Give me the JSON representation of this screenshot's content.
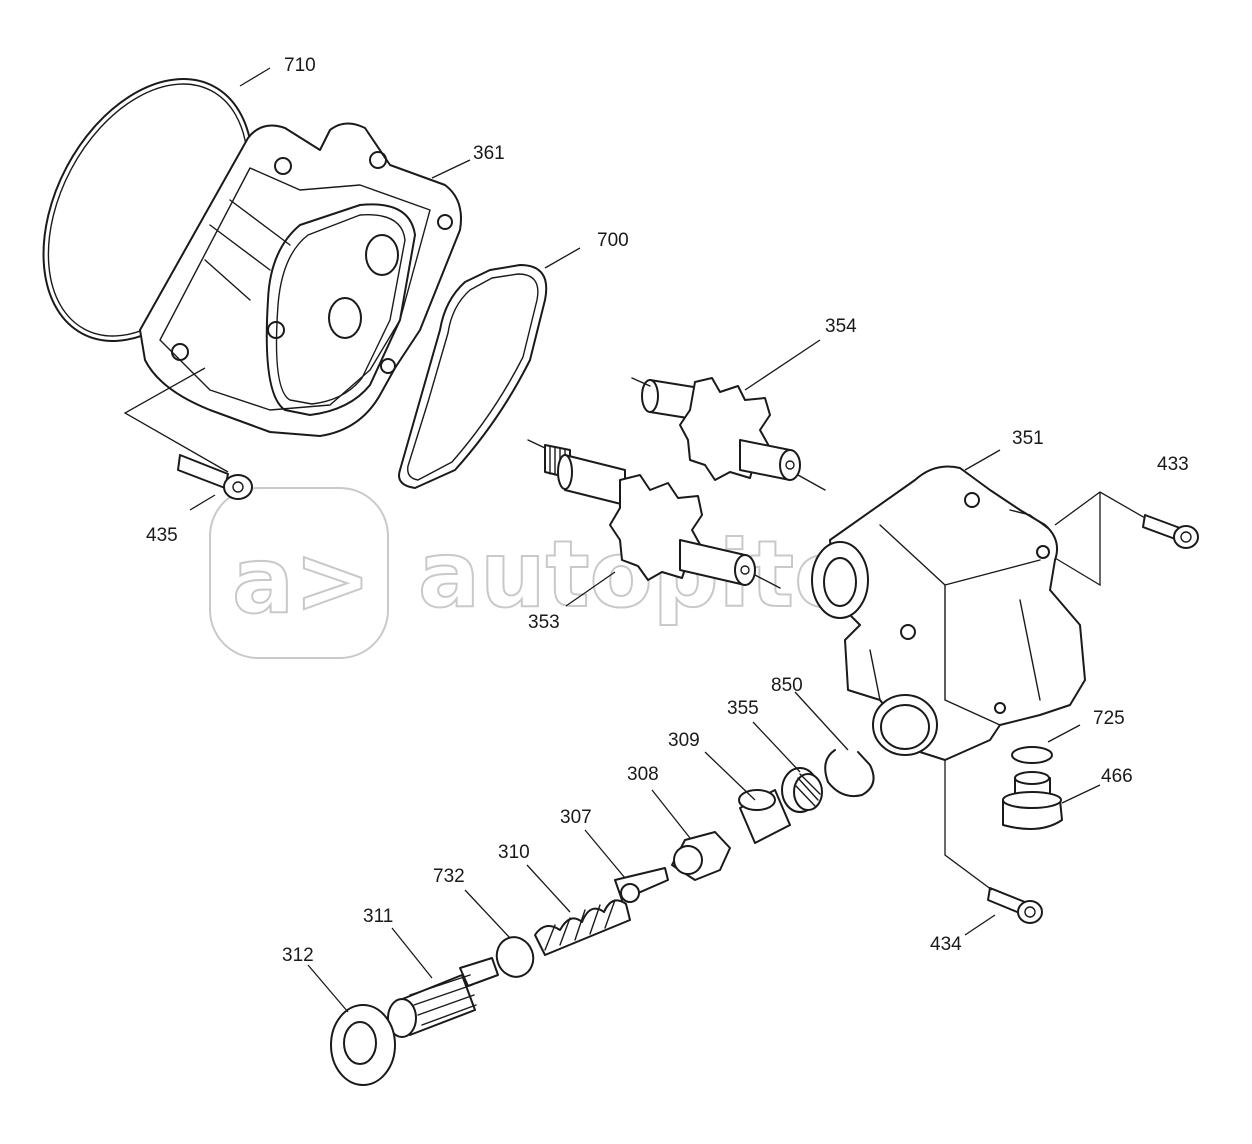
{
  "watermark": {
    "logo_text": "a>",
    "site": "autopiter.ru"
  },
  "callouts": [
    {
      "id": "710",
      "label": "710"
    },
    {
      "id": "361",
      "label": "361"
    },
    {
      "id": "700",
      "label": "700"
    },
    {
      "id": "354",
      "label": "354"
    },
    {
      "id": "351",
      "label": "351"
    },
    {
      "id": "433",
      "label": "433"
    },
    {
      "id": "435",
      "label": "435"
    },
    {
      "id": "353",
      "label": "353"
    },
    {
      "id": "850",
      "label": "850"
    },
    {
      "id": "355",
      "label": "355"
    },
    {
      "id": "309",
      "label": "309"
    },
    {
      "id": "725",
      "label": "725"
    },
    {
      "id": "308",
      "label": "308"
    },
    {
      "id": "466",
      "label": "466"
    },
    {
      "id": "307",
      "label": "307"
    },
    {
      "id": "310",
      "label": "310"
    },
    {
      "id": "732",
      "label": "732"
    },
    {
      "id": "311",
      "label": "311"
    },
    {
      "id": "434",
      "label": "434"
    },
    {
      "id": "312",
      "label": "312"
    }
  ]
}
